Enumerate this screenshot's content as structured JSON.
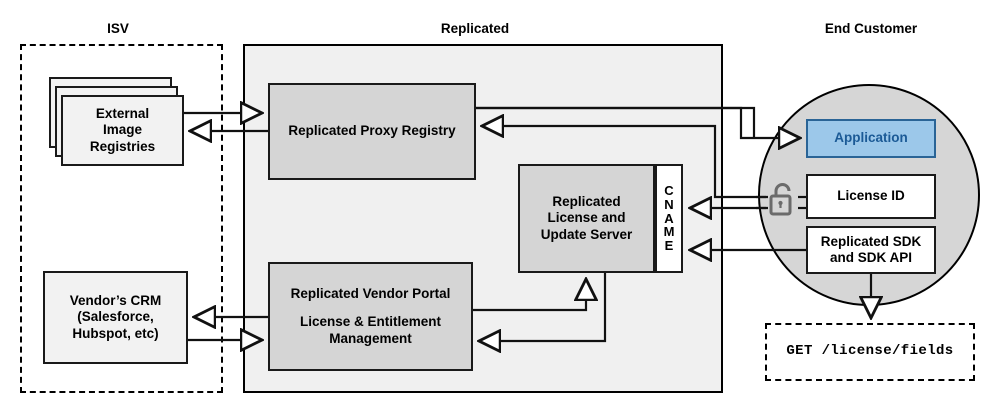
{
  "diagram": {
    "title_labels": {
      "isv": "ISV",
      "replicated": "Replicated",
      "end_customer": "End Customer"
    },
    "nodes": {
      "external_image_registries": "External\nImage\nRegistries",
      "external_image_registries_lines": [
        "External",
        "Image",
        "Registries"
      ],
      "vendor_crm_lines": [
        "Vendor’s CRM",
        "(Salesforce,",
        "Hubspot, etc)"
      ],
      "replicated_proxy_registry": "Replicated Proxy Registry",
      "replicated_license_update_server_lines": [
        "Replicated",
        "License and",
        "Update Server"
      ],
      "cname_letters": [
        "C",
        "N",
        "A",
        "M",
        "E"
      ],
      "cname_label": "CNAME",
      "vendor_portal_line1": "Replicated Vendor Portal",
      "vendor_portal_line2": "License & Entitlement",
      "vendor_portal_line3": "Management",
      "application": "Application",
      "license_id": "License ID",
      "replicated_sdk_lines": [
        "Replicated SDK",
        "and SDK API"
      ],
      "api_call": "GET /license/fields"
    },
    "icons": {
      "unlocked_padlock": "unlock-icon"
    },
    "colors": {
      "panel_gray": "#f0f0f0",
      "box_dark": "#d5d5d5",
      "box_light": "#f2f2f2",
      "circle_gray": "#d6d6d6",
      "application_fill": "#9cc8ea",
      "application_border": "#2a6496",
      "application_text": "#1b5a96",
      "stroke": "#1a1a1a"
    }
  }
}
